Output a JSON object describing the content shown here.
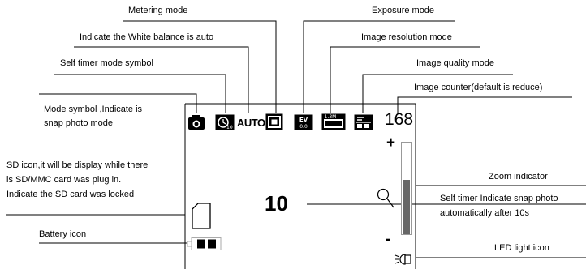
{
  "labels": {
    "metering": "Metering mode",
    "exposure": "Exposure mode",
    "white_balance": "Indicate the White balance is auto",
    "resolution": "Image resolution mode",
    "self_timer_symbol": "Self timer mode symbol",
    "quality": "Image quality mode",
    "counter": "Image counter(default is reduce)",
    "mode_line1": "Mode symbol ,Indicate is",
    "mode_line2": "snap photo mode",
    "sd_line1": "SD icon,it will be display while there",
    "sd_line2": "is SD/MMC card was plug in.",
    "sd_line3": "Indicate the SD card was locked",
    "zoom": "Zoom indicator",
    "self_timer_line1": "Self timer Indicate snap photo",
    "self_timer_line2": "automatically after 10s",
    "battery": "Battery icon",
    "led": "LED light icon"
  },
  "screen": {
    "white_balance_text": "AUTO",
    "exposure_icon_text": "EV",
    "exposure_icon_value": "0.0",
    "resolution_icon_text": "1.3M",
    "counter_value": "168",
    "self_timer_value": "10",
    "zoom_plus": "+",
    "zoom_minus": "-",
    "zoom_level": 0.6
  }
}
